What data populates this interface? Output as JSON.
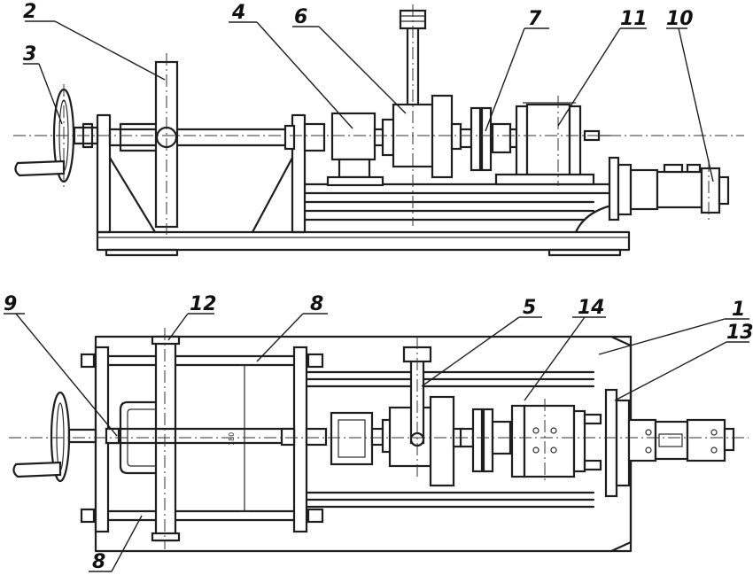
{
  "callouts": [
    {
      "id": "c1",
      "label": "1"
    },
    {
      "id": "c2",
      "label": "2"
    },
    {
      "id": "c3",
      "label": "3"
    },
    {
      "id": "c4",
      "label": "4"
    },
    {
      "id": "c5",
      "label": "5"
    },
    {
      "id": "c6",
      "label": "6"
    },
    {
      "id": "c7",
      "label": "7"
    },
    {
      "id": "c8a",
      "label": "8"
    },
    {
      "id": "c8b",
      "label": "8"
    },
    {
      "id": "c9",
      "label": "9"
    },
    {
      "id": "c10",
      "label": "10"
    },
    {
      "id": "c11",
      "label": "11"
    },
    {
      "id": "c12",
      "label": "12"
    },
    {
      "id": "c13",
      "label": "13"
    },
    {
      "id": "c14",
      "label": "14"
    }
  ],
  "dimension_text": "180"
}
